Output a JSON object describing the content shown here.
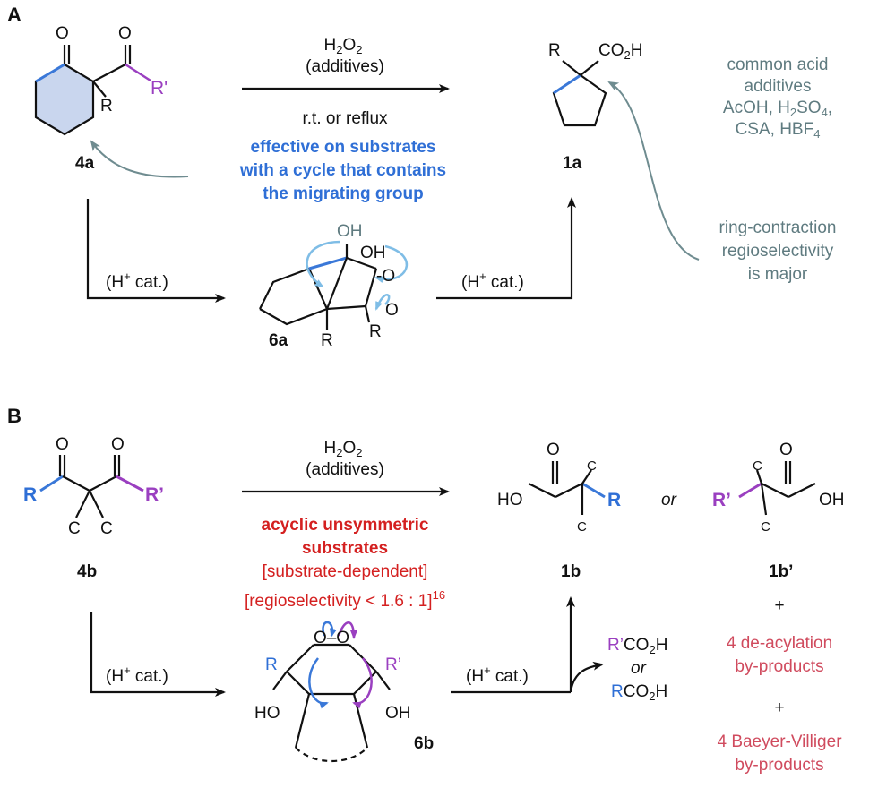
{
  "panel_a": {
    "label": "A",
    "reagent_top": "H",
    "reagent_top_sub": "2",
    "reagent_top_mid": "O",
    "reagent_top_sub2": "2",
    "additives": "(additives)",
    "conditions": "r.t. or reflux",
    "note_line1": "effective on substrates",
    "note_line2": "with a cycle that contains",
    "note_line3": "the migrating group",
    "compound_4a": "4a",
    "compound_1a": "1a",
    "compound_6a": "6a",
    "acid_cat_left": "(H",
    "acid_cat_plus": "+",
    "acid_cat_rest": " cat.)",
    "acid_additives": {
      "line1": "common acid",
      "line2": "additives",
      "line3_a": "AcOH, H",
      "line3_sub1": "2",
      "line3_b": "SO",
      "line3_sub2": "4",
      "line3_c": ",",
      "line4_a": "CSA, HBF",
      "line4_sub": "4"
    },
    "ring_contraction": {
      "line1": "ring-contraction",
      "line2": "regioselectivity",
      "line3": "is major"
    },
    "atoms": {
      "O": "O",
      "R": "R",
      "Rprime": "R'",
      "CO2H_a": "CO",
      "CO2H_sub": "2",
      "CO2H_b": "H",
      "OH": "OH",
      "O_O": "-O",
      "O2": "O"
    }
  },
  "panel_b": {
    "label": "B",
    "additives": "(additives)",
    "note_line1": "acyclic unsymmetric",
    "note_line2": "substrates",
    "note_line3": "[substrate-dependent]",
    "note_line4": "[regioselectivity < 1.6 : 1]",
    "note_line4_sup": "16",
    "compound_4b": "4b",
    "compound_1b": "1b",
    "compound_1bp": "1b’",
    "compound_6b": "6b",
    "or_text": "or",
    "plus": "+",
    "byproducts1_line1": "4 de-acylation",
    "byproducts1_line2": "by-products",
    "byproducts2_line1": "4 Baeyer-Villiger",
    "byproducts2_line2": "by-products",
    "release_line1_a": "R’",
    "release_line1_b": "CO",
    "release_line1_sub": "2",
    "release_line1_c": "H",
    "release_or": "or",
    "release_line3_a": "R",
    "release_line3_b": "CO",
    "release_line3_sub": "2",
    "release_line3_c": "H",
    "atoms": {
      "O": "O",
      "R": "R",
      "Rprime": "R’",
      "C": "C",
      "HO": "HO",
      "OH": "OH",
      "OO": "O–O"
    }
  },
  "colors": {
    "blue_bond": "#3a78d8",
    "purple_bond": "#9a3fc0",
    "gray_arrow": "#6f8c90",
    "ring_fill": "#c9d6ee",
    "light_blue_arrow": "#7fbde6"
  }
}
